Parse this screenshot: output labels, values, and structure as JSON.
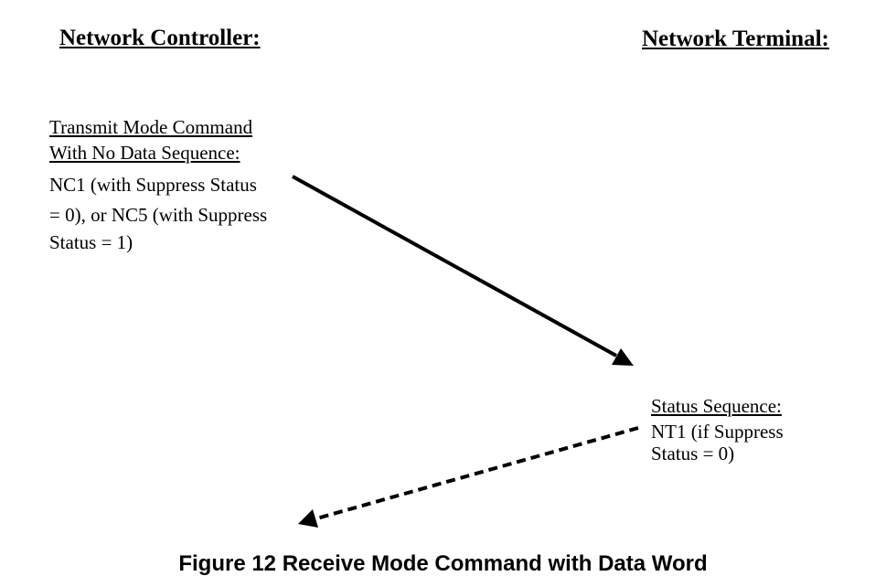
{
  "headings": {
    "controller": "Network Controller:",
    "terminal": "Network Terminal:"
  },
  "controller_block": {
    "title_line1": "Transmit Mode Command",
    "title_line2": "With No Data Sequence:",
    "body_line1": "NC1 (with Suppress Status",
    "body_line2": "= 0), or NC5 (with Suppress",
    "body_line3": "Status = 1)"
  },
  "terminal_block": {
    "title": "Status Sequence:",
    "body_line1": "NT1 (if Suppress",
    "body_line2": "Status = 0)"
  },
  "caption": "Figure 12 Receive Mode Command with Data Word"
}
